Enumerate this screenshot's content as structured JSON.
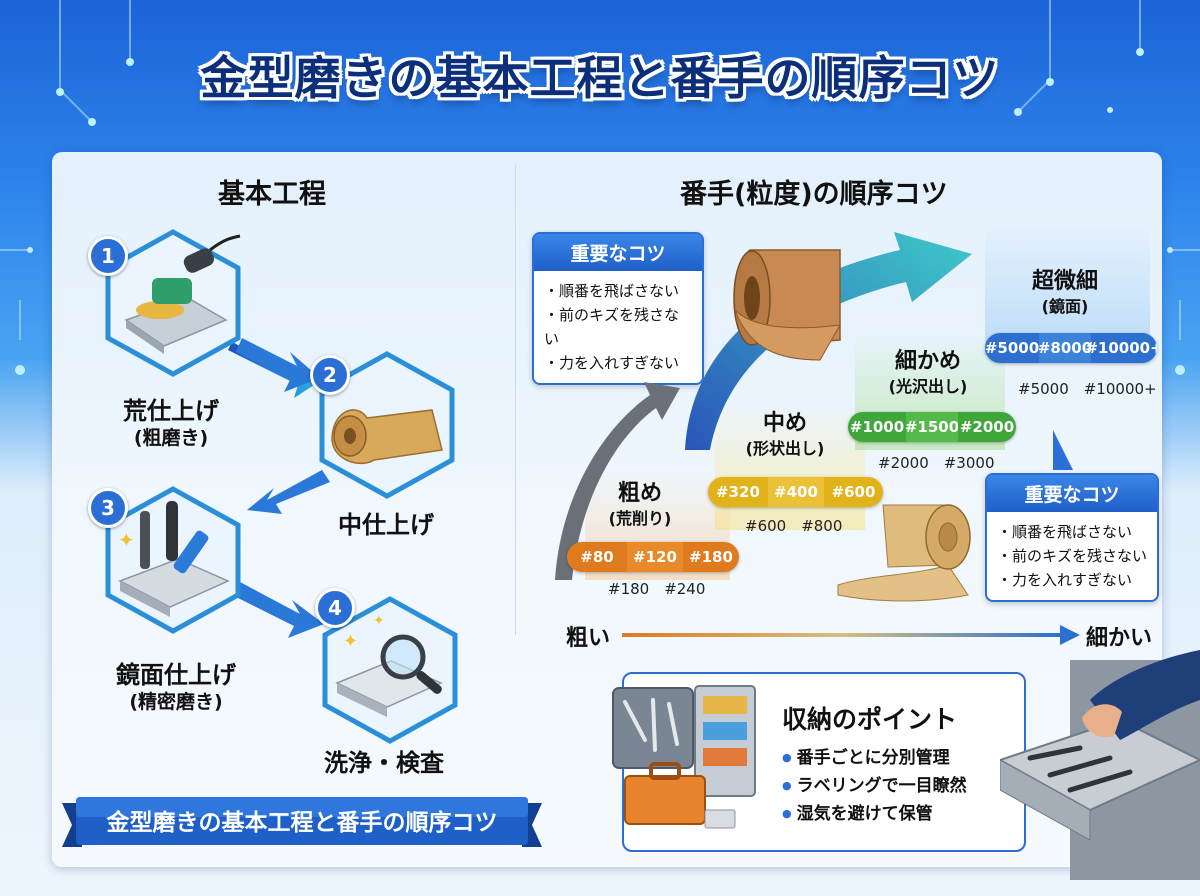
{
  "title": "金型磨きの基本工程と番手の順序コツ",
  "left": {
    "heading": "基本工程",
    "steps": [
      {
        "num": "1",
        "label": "荒仕上げ",
        "sub": "(粗磨き)"
      },
      {
        "num": "2",
        "label": "中仕上げ",
        "sub": ""
      },
      {
        "num": "3",
        "label": "鏡面仕上げ",
        "sub": "(精密磨き)"
      },
      {
        "num": "4",
        "label": "洗浄・検査",
        "sub": ""
      }
    ],
    "banner": "金型磨きの基本工程と番手の順序コツ"
  },
  "right": {
    "heading": "番手(粒度)の順序コツ",
    "tips_top": {
      "heading": "重要なコツ",
      "items": [
        "・順番を飛ばさない",
        "・前のキズを残さない",
        "・力を入れすぎない"
      ]
    },
    "tips_bottom": {
      "heading": "重要なコツ",
      "items": [
        "・順番を飛ばさない",
        "・前のキズを残さない",
        "・力を入れすぎない"
      ]
    },
    "stages": [
      {
        "name": "粗め",
        "sub": "(荒削り)",
        "grits": [
          "#80",
          "#120",
          "#180"
        ],
        "below": "#180　#240",
        "color": "#e07a1f"
      },
      {
        "name": "中め",
        "sub": "(形状出し)",
        "grits": [
          "#320",
          "#400",
          "#600"
        ],
        "below": "#600　#800",
        "color": "#e2b21a"
      },
      {
        "name": "細かめ",
        "sub": "(光沢出し)",
        "grits": [
          "#1000",
          "#1500",
          "#2000"
        ],
        "below": "#2000　#3000",
        "color": "#3fa63a"
      },
      {
        "name": "超微細",
        "sub": "(鏡面)",
        "grits": [
          "#5000",
          "#8000",
          "#10000+"
        ],
        "below": "#5000　#10000+",
        "color": "#2c6fcf"
      }
    ],
    "axis": {
      "coarse": "粗い",
      "fine": "細かい"
    },
    "storage": {
      "heading": "収納のポイント",
      "items": [
        "番手ごとに分別管理",
        "ラベリングで一目瞭然",
        "湿気を避けて保管"
      ]
    }
  },
  "colors": {
    "accent": "#2b6fd6",
    "title": "#0c2f7a"
  }
}
